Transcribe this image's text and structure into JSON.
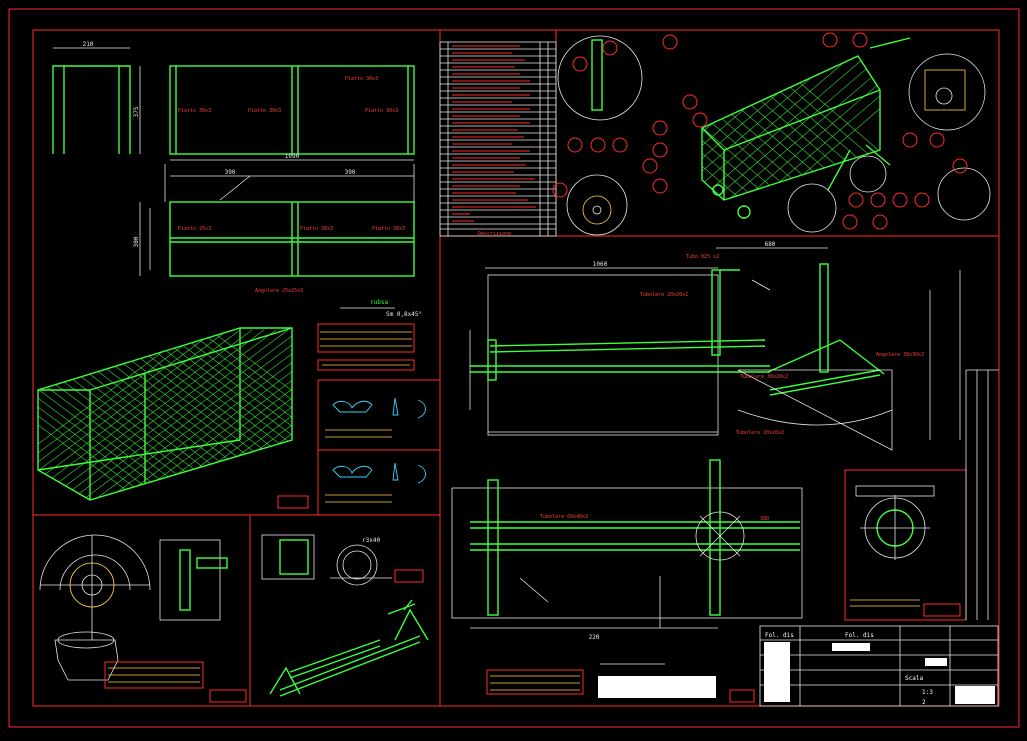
{
  "titleblock": {
    "label_1": "Fol. dis",
    "label_2": "Fol. dis",
    "label_3": "Scala",
    "scale": "1:3",
    "sheet_no": "2"
  },
  "parts_table": {
    "header": "Descrizione"
  },
  "view_a": {
    "dim_top": "210",
    "dim_width": "1090",
    "dim_side": "375",
    "label_piatto_1": "Piatto 30x3",
    "label_piatto_2": "Piatto 30x3",
    "label_piatto_3": "Piatto 30x3",
    "label_piatto_4": "Piatto 30x3"
  },
  "view_b": {
    "dim_top_1": "390",
    "dim_top_2": "390",
    "dim_side": "300",
    "label_piatto_1": "Piatto 25x3",
    "label_piatto_2": "Piatto 30x3",
    "label_piatto_3": "Piatto 30x3",
    "label_angolare": "Angolare 25x25x3"
  },
  "stand": {
    "dim_1060": "1060",
    "dim_680": "680",
    "dim_380": "380",
    "dim_220": "220",
    "label_tubo": "Tubo 025 x2",
    "label_tubolare_1": "Tubolare 20x20x2",
    "label_tubolare_2": "Tubolare 20x20x2",
    "label_tubolare_3": "Tubolare 30x20x2",
    "label_angolare": "Angolare 30x30x3",
    "label_tubolare_top": "Tubolare 60x40x2"
  },
  "section": {
    "dim": "r3x40"
  },
  "weld_note": {
    "sym": "rubsa",
    "value": "Sm 0,8x45°"
  }
}
